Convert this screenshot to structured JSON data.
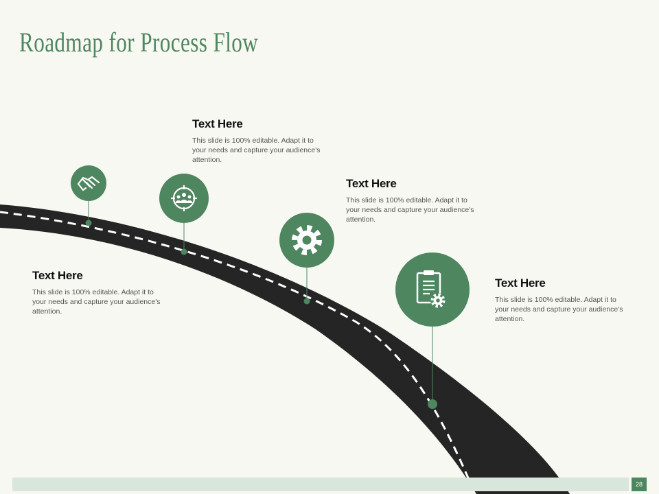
{
  "slide": {
    "title": "Roadmap for Process Flow",
    "page_number": "28"
  },
  "colors": {
    "accent": "#4e8660",
    "road": "#252525",
    "background": "#f8f8f2",
    "footer": "#d9e6dc"
  },
  "milestones": [
    {
      "heading": "Text Here",
      "body": "This slide is 100% editable. Adapt it to your needs and capture your audience's attention."
    },
    {
      "heading": "Text Here",
      "body": "This slide is 100% editable. Adapt it to your needs and capture your audience's attention."
    },
    {
      "heading": "Text Here",
      "body": "This slide is 100% editable. Adapt it to your needs and capture your audience's attention."
    },
    {
      "heading": "Text Here",
      "body": "This slide is 100% editable. Adapt it to your needs and capture your audience's attention."
    }
  ],
  "icons": [
    "handshake-icon",
    "team-target-icon",
    "gear-icon",
    "clipboard-gear-icon"
  ]
}
